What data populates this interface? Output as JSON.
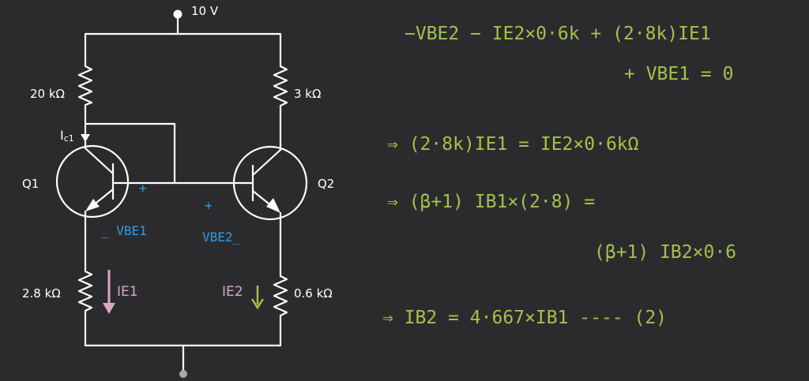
{
  "circuit": {
    "supply": "10 V",
    "r_top_left": "20 kΩ",
    "r_top_right": "3 kΩ",
    "r_bottom_left": "2.8 kΩ",
    "r_bottom_right": "0.6 kΩ",
    "q1": "Q1",
    "q2": "Q2",
    "ic1_main": "I",
    "ic1_sub": "c1"
  },
  "annotations": {
    "plus1": "+",
    "plus2": "+",
    "vbe1": "_ VBE1",
    "vbe2": "VBE2_",
    "ie1": "IE1",
    "ie2": "IE2"
  },
  "equations": [
    "−VBE2 − IE2×0·6k + (2·8k)IE1",
    "+ VBE1 = 0",
    "⇒ (2·8k)IE1 = IE2×0·6kΩ",
    "⇒ (β+1) IB1×(2·8) =",
    "(β+1) IB2×0·6",
    "⇒ IB2 = 4·667×IB1 ---- (2)"
  ],
  "colors": {
    "background": "#2b2b2e",
    "wire": "#ffffff",
    "handwriting": "#a3c24a",
    "voltage_note": "#2e9de0",
    "current_note": "#d8a7c2"
  }
}
